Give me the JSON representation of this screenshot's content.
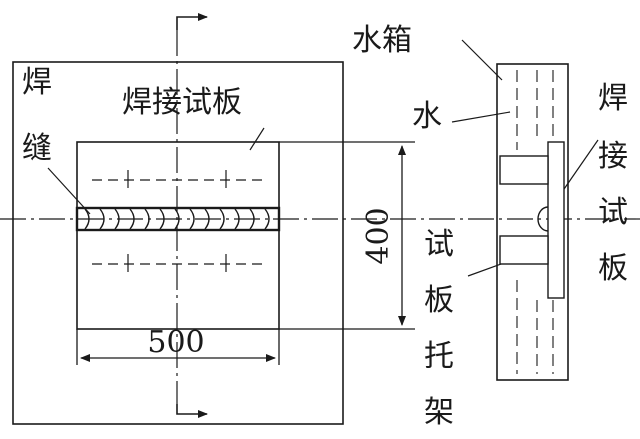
{
  "labels": {
    "weld_seam": [
      "焊",
      "缝"
    ],
    "weld_test_plate": "焊接试板",
    "water_tank": "水箱",
    "water": "水",
    "side_weld_test_plate": [
      "焊",
      "接",
      "试",
      "板"
    ],
    "plate_support": [
      "试",
      "板",
      "托",
      "架"
    ]
  },
  "dimensions": {
    "height": "400",
    "width": "500"
  },
  "colors": {
    "line": "#1a1a1a",
    "background": "#ffffff"
  }
}
